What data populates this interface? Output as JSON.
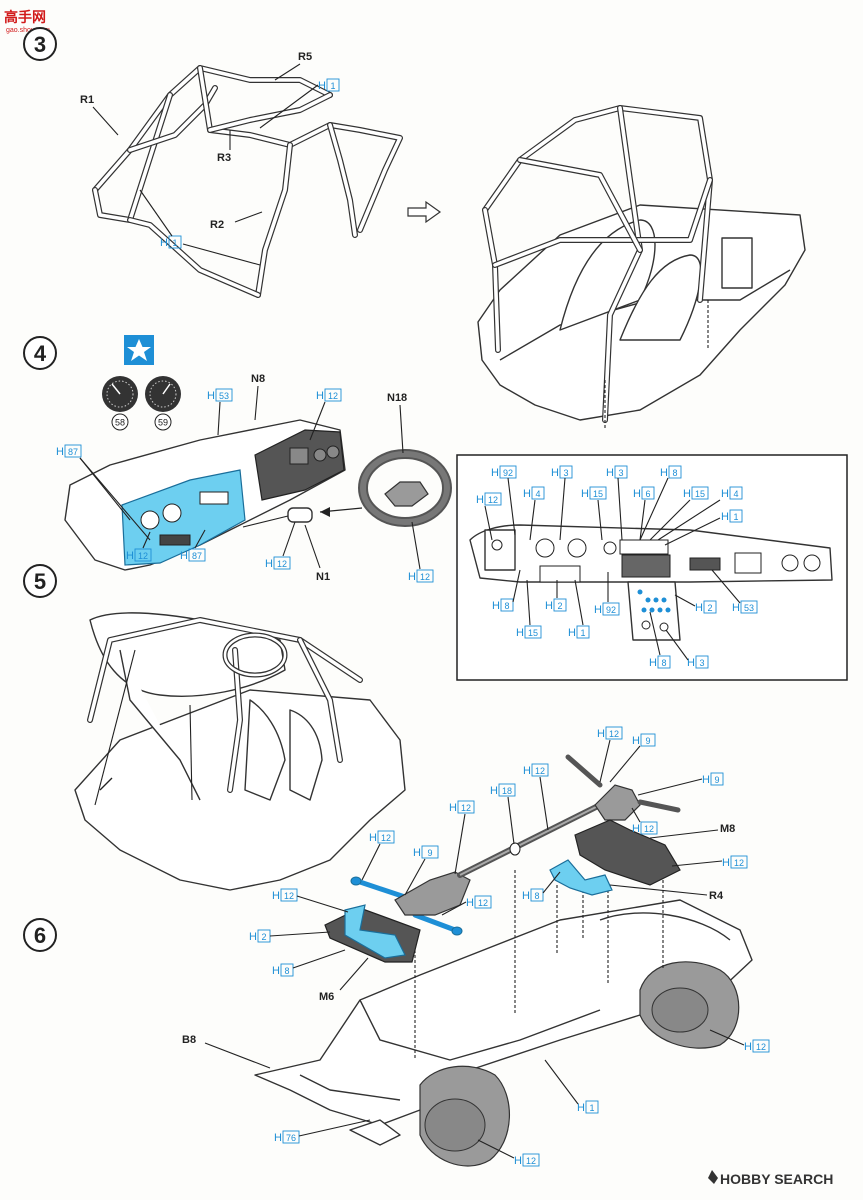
{
  "watermark_top": {
    "brand": "高手网",
    "url": "gao.shou.com"
  },
  "watermark_bottom": {
    "text": "HOBBY SEARCH"
  },
  "steps": [
    "3",
    "4",
    "5",
    "6"
  ],
  "decal_numbers": [
    "58",
    "59"
  ],
  "step3": {
    "parts": [
      "R1",
      "R5",
      "R3",
      "R2"
    ],
    "h1a": {
      "letter": "H",
      "num": "1"
    },
    "h1b": {
      "letter": "H",
      "num": "1"
    }
  },
  "step4": {
    "parts": [
      "N8",
      "N18",
      "N1"
    ],
    "h53": {
      "letter": "H",
      "num": "53"
    },
    "h12a": {
      "letter": "H",
      "num": "12"
    },
    "h87a": {
      "letter": "H",
      "num": "87"
    },
    "h12b": {
      "letter": "H",
      "num": "12"
    },
    "h87b": {
      "letter": "H",
      "num": "87"
    },
    "h12c": {
      "letter": "H",
      "num": "12"
    },
    "h12d": {
      "letter": "H",
      "num": "12"
    }
  },
  "inset": {
    "labels": [
      {
        "letter": "H",
        "num": "92"
      },
      {
        "letter": "H",
        "num": "4"
      },
      {
        "letter": "H",
        "num": "3"
      },
      {
        "letter": "H",
        "num": "3"
      },
      {
        "letter": "H",
        "num": "8"
      },
      {
        "letter": "H",
        "num": "12"
      },
      {
        "letter": "H",
        "num": "15"
      },
      {
        "letter": "H",
        "num": "6"
      },
      {
        "letter": "H",
        "num": "15"
      },
      {
        "letter": "H",
        "num": "4"
      },
      {
        "letter": "H",
        "num": "1"
      },
      {
        "letter": "H",
        "num": "8"
      },
      {
        "letter": "H",
        "num": "2"
      },
      {
        "letter": "H",
        "num": "92"
      },
      {
        "letter": "H",
        "num": "2"
      },
      {
        "letter": "H",
        "num": "53"
      },
      {
        "letter": "H",
        "num": "15"
      },
      {
        "letter": "H",
        "num": "1"
      },
      {
        "letter": "H",
        "num": "8"
      },
      {
        "letter": "H",
        "num": "3"
      }
    ]
  },
  "step6": {
    "parts": [
      "M8",
      "R4",
      "M6",
      "B8"
    ],
    "labels": [
      {
        "letter": "H",
        "num": "12"
      },
      {
        "letter": "H",
        "num": "9"
      },
      {
        "letter": "H",
        "num": "12"
      },
      {
        "letter": "H",
        "num": "9"
      },
      {
        "letter": "H",
        "num": "18"
      },
      {
        "letter": "H",
        "num": "12"
      },
      {
        "letter": "H",
        "num": "12"
      },
      {
        "letter": "H",
        "num": "12"
      },
      {
        "letter": "H",
        "num": "9"
      },
      {
        "letter": "H",
        "num": "12"
      },
      {
        "letter": "H",
        "num": "12"
      },
      {
        "letter": "H",
        "num": "8"
      },
      {
        "letter": "H",
        "num": "12"
      },
      {
        "letter": "H",
        "num": "2"
      },
      {
        "letter": "H",
        "num": "8"
      },
      {
        "letter": "H",
        "num": "12"
      },
      {
        "letter": "H",
        "num": "1"
      },
      {
        "letter": "H",
        "num": "76"
      },
      {
        "letter": "H",
        "num": "12"
      }
    ]
  },
  "colors": {
    "highlight": "#6dcff0",
    "label_blue": "#1e8fd6",
    "gray": "#9a9a9a"
  }
}
